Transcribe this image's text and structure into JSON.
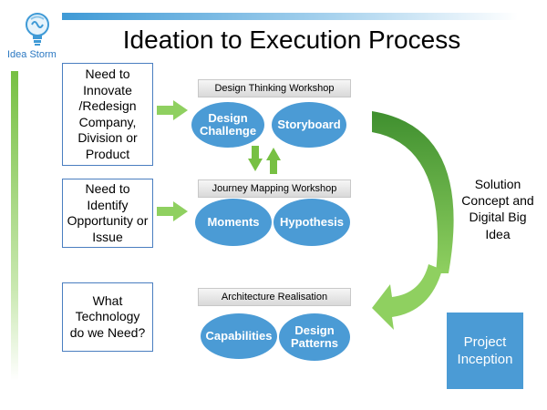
{
  "brand": {
    "logo_label": "Idea Storm",
    "logo_icon": "lightbulb-brain-icon"
  },
  "title": "Ideation to Execution Process",
  "colors": {
    "accent_blue": "#4b9bd5",
    "arrow_green": "#77c043",
    "box_border": "#4a7ec0"
  },
  "inputs": [
    {
      "label": "Need to Innovate /Redesign Company, Division or Product"
    },
    {
      "label": "Need to Identify Opportunity or Issue"
    },
    {
      "label": "What Technology do we Need?"
    }
  ],
  "stages": [
    {
      "label": "Design Thinking Workshop",
      "items": [
        "Design Challenge",
        "Storyboard"
      ]
    },
    {
      "label": "Journey Mapping Workshop",
      "items": [
        "Moments",
        "Hypothesis"
      ]
    },
    {
      "label": "Architecture Realisation",
      "items": [
        "Capabilities",
        "Design Patterns"
      ]
    }
  ],
  "outcome": "Solution Concept and Digital Big Idea",
  "project": "Project Inception"
}
